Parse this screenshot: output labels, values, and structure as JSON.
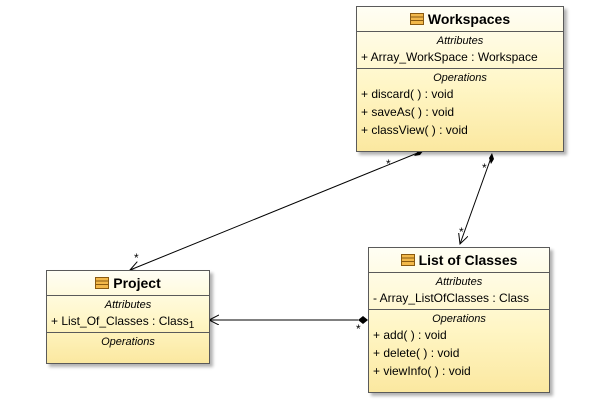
{
  "classes": {
    "workspaces": {
      "name": "Workspaces",
      "attributes_title": "Attributes",
      "attributes": [
        "+ Array_WorkSpace : Workspace"
      ],
      "operations_title": "Operations",
      "operations": [
        "+ discard(  ) : void",
        "+ saveAs(  ) : void",
        "+ classView(  ) : void"
      ]
    },
    "list_of_classes": {
      "name": "List of Classes",
      "attributes_title": "Attributes",
      "attributes": [
        "- Array_ListOfClasses : Class"
      ],
      "operations_title": "Operations",
      "operations": [
        "+ add(  ) : void",
        "+ delete(  ) : void",
        "+ viewInfo(  ) : void"
      ]
    },
    "project": {
      "name": "Project",
      "attributes_title": "Attributes",
      "attributes": [
        "+ List_Of_Classes : Class"
      ],
      "attribute_multiplicity": "1",
      "operations_title": "Operations",
      "operations": []
    }
  },
  "associations": {
    "workspaces_project": {
      "source_mult": "*",
      "target_mult": "*"
    },
    "workspaces_list": {
      "source_mult": "*",
      "target_mult": "*"
    },
    "list_project": {
      "source_mult": "*"
    }
  },
  "colors": {
    "box_fill_top": "#fffef4",
    "box_fill_bottom": "#fbe8a0",
    "box_border": "#5a5a5a",
    "icon_fill": "#f2b84a"
  }
}
